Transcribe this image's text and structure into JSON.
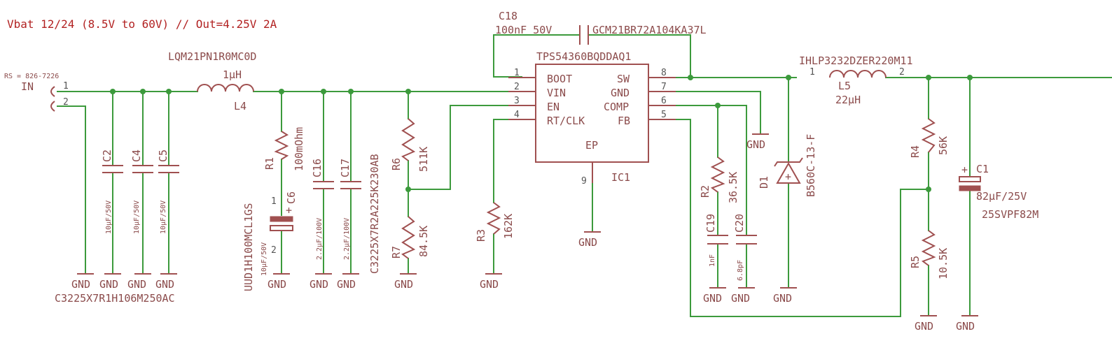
{
  "title": "Vbat 12/24 (8.5V to 60V) // Out=4.25V 2A",
  "rs_note": "RS = 826-7226",
  "input": {
    "label": "IN",
    "pins": [
      "1",
      "2"
    ]
  },
  "gnd_label": "GND",
  "ic": {
    "part": "TPS54360BQDDAQ1",
    "ref": "IC1",
    "left_pins": [
      {
        "num": "1",
        "name": "BOOT"
      },
      {
        "num": "2",
        "name": "VIN"
      },
      {
        "num": "3",
        "name": "EN"
      },
      {
        "num": "4",
        "name": "RT/CLK"
      }
    ],
    "right_pins": [
      {
        "num": "8",
        "name": "SW"
      },
      {
        "num": "7",
        "name": "GND"
      },
      {
        "num": "6",
        "name": "COMP"
      },
      {
        "num": "5",
        "name": "FB"
      }
    ],
    "ep_label": "EP",
    "ep_pin": "9"
  },
  "components": {
    "L4": {
      "ref": "L4",
      "value": "1µH",
      "part": "LQM21PN1R0MC0D"
    },
    "C2": {
      "ref": "C2",
      "value": "10µF/50V"
    },
    "C4": {
      "ref": "C4",
      "value": "10µF/50V"
    },
    "C5": {
      "ref": "C5",
      "value": "10µF/50V"
    },
    "input_caps_part": "C3225X7R1H106M250AC",
    "R1": {
      "ref": "R1",
      "value": "100mOhm"
    },
    "C6": {
      "ref": "C6",
      "value": "10µF/50V",
      "part": "UUD1H100MCL1GS",
      "pin1": "1",
      "pin2": "2"
    },
    "C16": {
      "ref": "C16",
      "value": "2.2µF/100V"
    },
    "C17": {
      "ref": "C17",
      "value": "2.2µF/100V",
      "part": "C3225X7R2A225K230AB"
    },
    "R6": {
      "ref": "R6",
      "value": "511K"
    },
    "R7": {
      "ref": "R7",
      "value": "84.5K"
    },
    "R3": {
      "ref": "R3",
      "value": "162K"
    },
    "C18": {
      "ref": "C18",
      "value": "100nF 50V",
      "part": "GCM21BR72A104KA37L"
    },
    "R2": {
      "ref": "R2",
      "value": "36.5K"
    },
    "C19": {
      "ref": "C19",
      "value": "1nF"
    },
    "C20": {
      "ref": "C20",
      "value": "6.8pF"
    },
    "D1": {
      "ref": "D1",
      "part": "B560C-13-F"
    },
    "L5": {
      "ref": "L5",
      "value": "22µH",
      "part": "IHLP3232DZER220M11",
      "pin1": "1",
      "pin2": "2"
    },
    "R4": {
      "ref": "R4",
      "value": "56K"
    },
    "R5": {
      "ref": "R5",
      "value": "10.5K"
    },
    "C1": {
      "ref": "C1",
      "value": "82µF/25V",
      "part": "25SVPF82M"
    }
  },
  "colors": {
    "wire": "#3c9a3c",
    "symbol": "#a05050",
    "label": "#8b4b4b",
    "title": "#b22222",
    "background": "#ffffff"
  }
}
